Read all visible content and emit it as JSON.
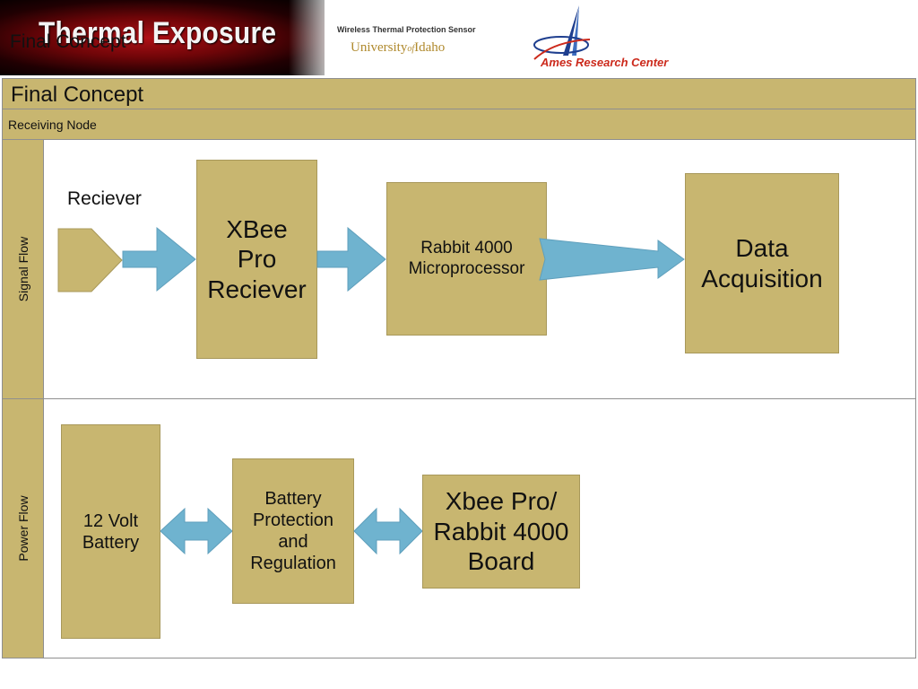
{
  "header": {
    "banner_title": "Thermal Exposure",
    "overlay_title": "Final Concept",
    "sensor_caption": "Wireless Thermal Protection Sensor",
    "university_part1": "University",
    "university_of": "of",
    "university_part2": "Idaho",
    "ames_label": "Ames Research Center"
  },
  "diagram": {
    "title": "Final Concept",
    "subtitle": "Receiving Node",
    "lanes": {
      "signal": "Signal Flow",
      "power": "Power Flow"
    },
    "signal_nodes": {
      "receiver_label": "Reciever",
      "xbee": "XBee\nPro\nReciever",
      "rabbit": "Rabbit 4000\nMicroprocessor",
      "daq": "Data\nAcquisition"
    },
    "power_nodes": {
      "battery": "12 Volt\nBattery",
      "protection": "Battery\nProtection\nand\nRegulation",
      "board": "Xbee Pro/\nRabbit 4000\nBoard"
    },
    "colors": {
      "box_fill": "#c8b670",
      "arrow_fill": "#6fb3cf",
      "banner_red": "#b01016"
    }
  }
}
